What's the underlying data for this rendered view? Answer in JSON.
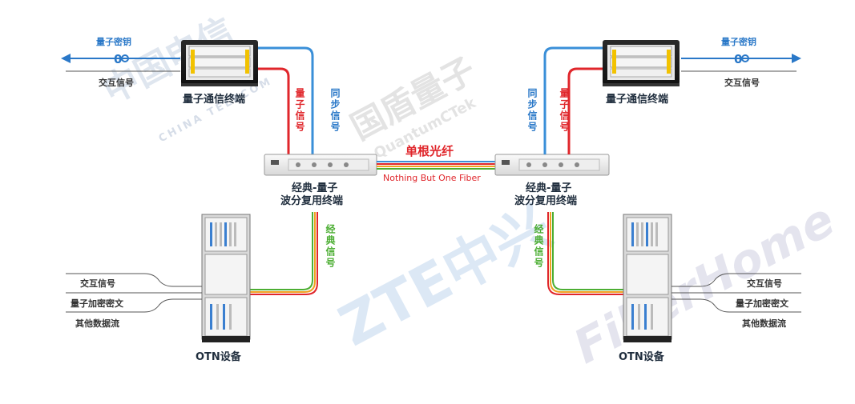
{
  "watermarks": {
    "telecom_cn": "中国电信",
    "telecom_en": "CHINA TELECOM",
    "quantumctek_cn": "国盾量子",
    "quantumctek_en": "QuantumCTek",
    "zte": "ZTE中兴",
    "fiberhome": "FiberHome"
  },
  "left": {
    "key_label": "量子密钥",
    "interactive_label": "交互信号",
    "terminal_label": "量子通信终端",
    "quantum_signal": "量子信号",
    "sync_signal": "同步信号",
    "wdm_label_line1": "经典-量子",
    "wdm_label_line2": "波分复用终端",
    "classic_signal": "经典信号",
    "otn_inputs": [
      "交互信号",
      "量子加密密文",
      "其他数据流"
    ],
    "otn_label": "OTN设备"
  },
  "right": {
    "key_label": "量子密钥",
    "interactive_label": "交互信号",
    "terminal_label": "量子通信终端",
    "quantum_signal": "量子信号",
    "sync_signal": "同步信号",
    "wdm_label_line1": "经典-量子",
    "wdm_label_line2": "波分复用终端",
    "classic_signal": "经典信号",
    "otn_inputs": [
      "交互信号",
      "量子加密密文",
      "其他数据流"
    ],
    "otn_label": "OTN设备"
  },
  "center": {
    "fiber_title": "单根光纤",
    "fiber_subtitle": "Nothing But One Fiber"
  },
  "colors": {
    "quantum": "#e0262b",
    "sync": "#3a8fd8",
    "classic": "#4cae33",
    "text": "#1f2d3d",
    "line": "#333333"
  }
}
